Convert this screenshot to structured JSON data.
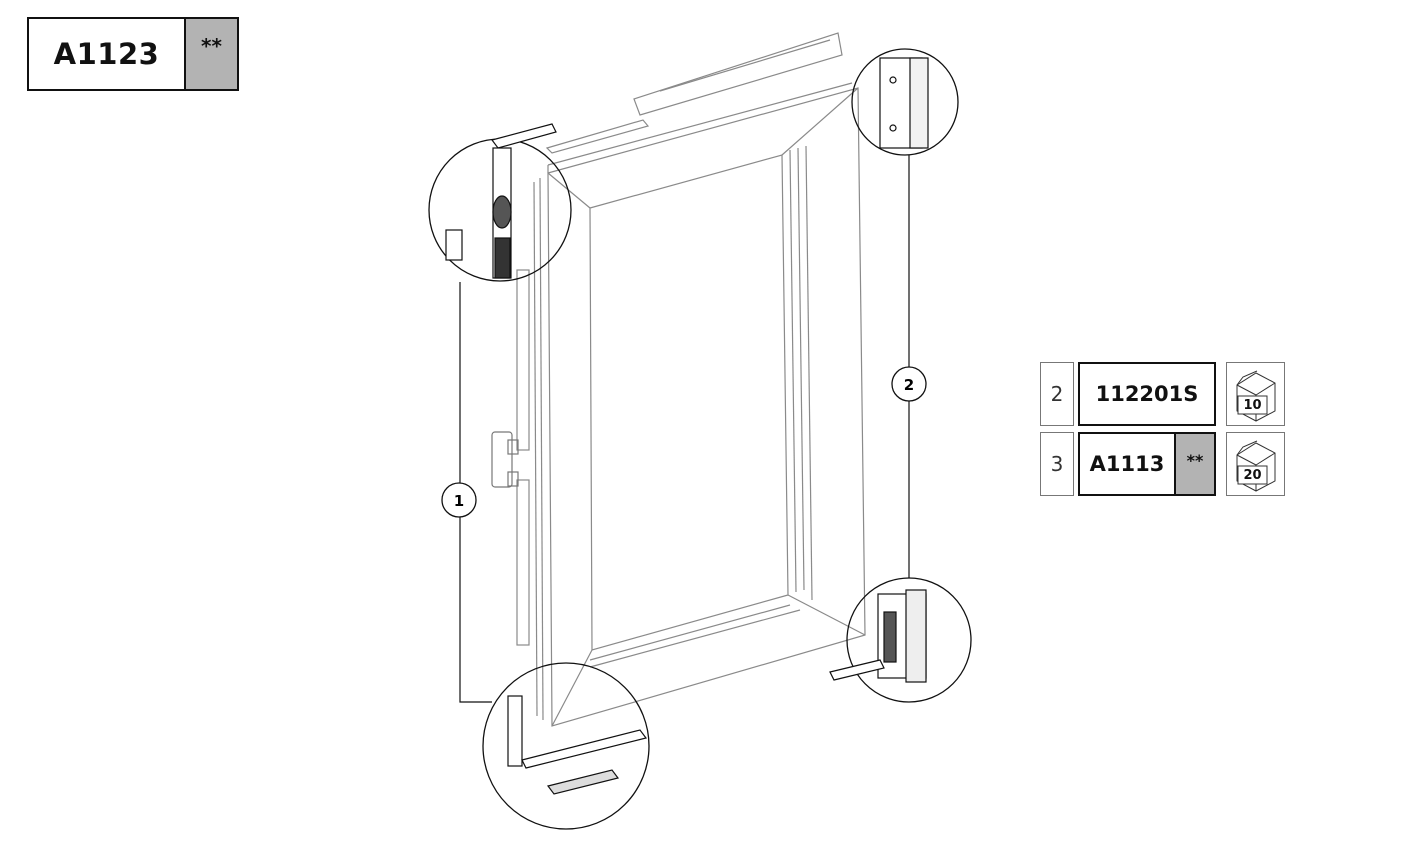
{
  "article": {
    "code": "A1123",
    "finish": "**"
  },
  "callouts": [
    {
      "id": "callout-1",
      "label": "1"
    },
    {
      "id": "callout-2",
      "label": "2"
    }
  ],
  "parts": [
    {
      "position": "2",
      "code": "112201S",
      "finish": "",
      "pack_qty": "10"
    },
    {
      "position": "3",
      "code": "A1113",
      "finish": "**",
      "pack_qty": "20"
    }
  ],
  "colors": {
    "line": "#111111",
    "finish_fill": "#b3b3b3",
    "frame_line": "#8a8a8a"
  }
}
